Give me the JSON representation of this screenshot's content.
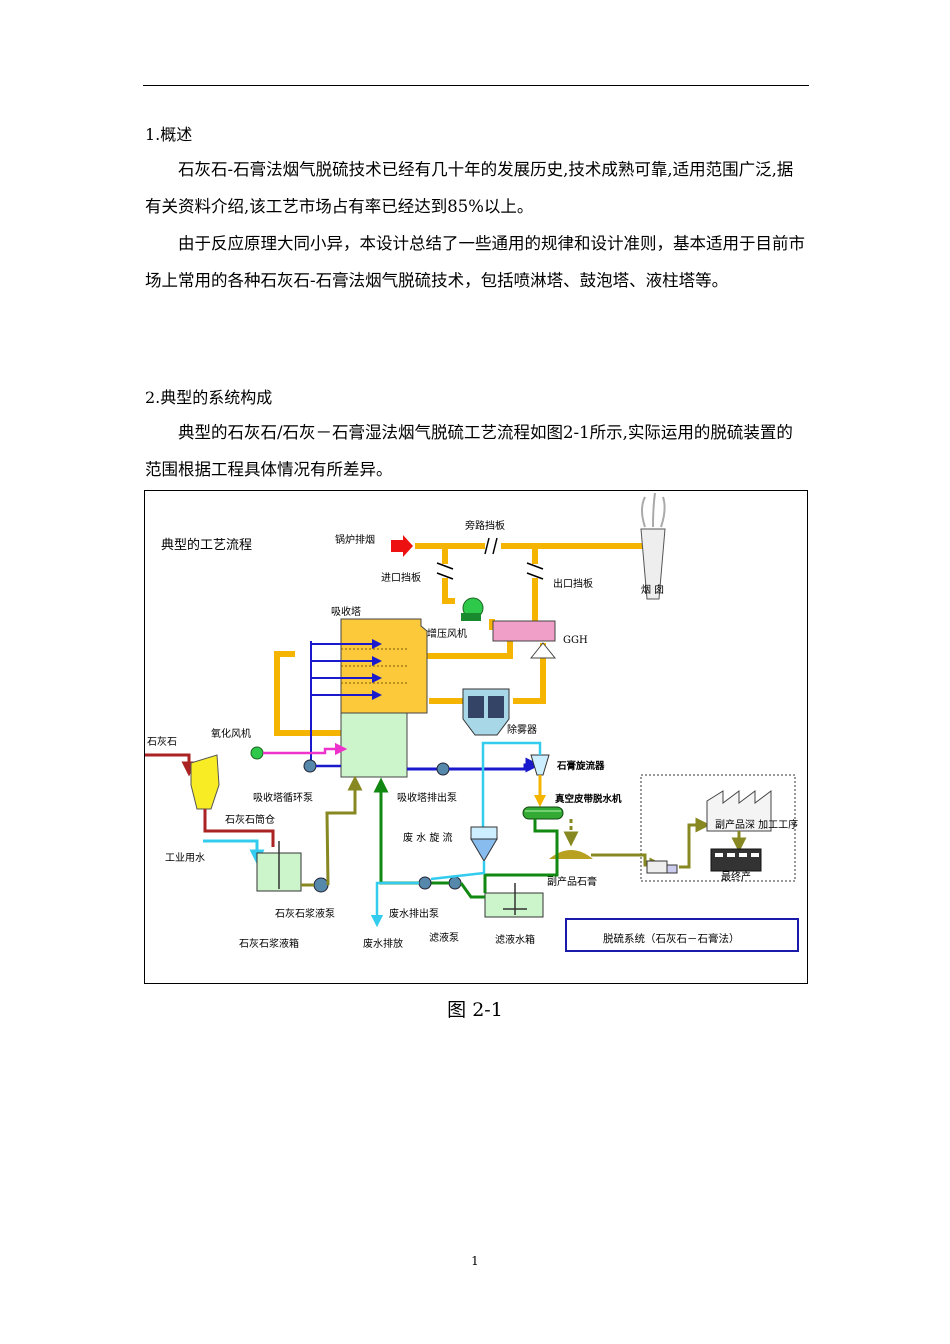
{
  "section1": {
    "heading": "1.概述",
    "para1": "石灰石-石膏法烟气脱硫技术已经有几十年的发展历史,技术成熟可靠,适用范围广泛,据有关资料介绍,该工艺市场占有率已经达到85%以上。",
    "para2": "由于反应原理大同小异，本设计总结了一些通用的规律和设计准则，基本适用于目前市场上常用的各种石灰石-石膏法烟气脱硫技术，包括喷淋塔、鼓泡塔、液柱塔等。"
  },
  "section2": {
    "heading": "2.典型的系统构成",
    "para1": "典型的石灰石/石灰－石膏湿法烟气脱硫工艺流程如图2-1所示,实际运用的脱硫装置的范围根据工程具体情况有所差异。"
  },
  "diagram": {
    "title": "典型的工艺流程",
    "labels": {
      "boiler_flue": "锅炉排烟",
      "bypass_damper": "旁路挡板",
      "inlet_damper": "进口挡板",
      "outlet_damper": "出口挡板",
      "chimney": "烟 囱",
      "absorber": "吸收塔",
      "booster_fan": "增压风机",
      "ggh": "GGH",
      "demister": "除雾器",
      "limestone": "石灰石",
      "oxidation_fan": "氧化风机",
      "recirc_pump": "吸收塔循环泵",
      "absorber_discharge_pump": "吸收塔排出泵",
      "gypsum_cyclone": "石膏旋流器",
      "vacuum_belt": "真空皮带脱水机",
      "limestone_silo": "石灰石筒仓",
      "process_water": "工业用水",
      "wastewater_cyclone": "废 水 旋 流",
      "byproduct_processing": "副产品深 加工工序",
      "byproduct_gypsum": "副产品石膏",
      "final_product": "最终产",
      "limestone_slurry_pump": "石灰石浆液泵",
      "wastewater_pump": "废水排出泵",
      "limestone_slurry_tank": "石灰石浆液箱",
      "wastewater_discharge": "废水排放",
      "filtrate_pump": "滤液泵",
      "filtrate_tank": "滤液水箱",
      "system_name": "脱硫系统（石灰石－石膏法）"
    }
  },
  "caption": "图 2-1",
  "page_number": "1"
}
